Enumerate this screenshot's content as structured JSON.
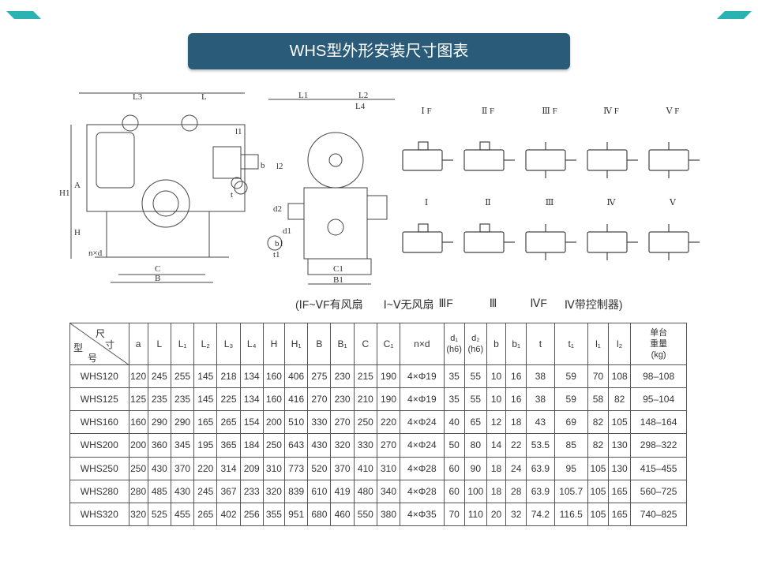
{
  "title": "WHS型外形安装尺寸图表",
  "drawing": {
    "dim_labels": [
      "L3",
      "L",
      "L1",
      "L2",
      "L4",
      "l1",
      "H1",
      "A",
      "H",
      "n×d",
      "C",
      "B",
      "b",
      "t",
      "l2",
      "d2",
      "t1",
      "d1",
      "b1",
      "C1",
      "B1"
    ],
    "mount_forms_fan": [
      "Ⅰ F",
      "Ⅱ F",
      "Ⅲ F",
      "Ⅳ F",
      "Ⅴ F"
    ],
    "mount_forms": [
      "Ⅰ",
      "Ⅱ",
      "Ⅲ",
      "Ⅳ",
      "Ⅴ"
    ]
  },
  "caption": {
    "part1": "(ⅠF~ⅤF有风扇",
    "part2": "Ⅰ~Ⅴ无风扇",
    "part3": "ⅢF",
    "part4": "Ⅲ",
    "part5": "ⅣF",
    "part6": "Ⅳ带控制器)"
  },
  "table": {
    "corner": {
      "dim1": "尺",
      "dim2": "寸",
      "model1": "型",
      "model2": "号"
    },
    "columns": [
      "a",
      "L",
      "L₁",
      "L₂",
      "L₃",
      "L₄",
      "H",
      "H₁",
      "B",
      "B₁",
      "C",
      "C₁",
      "n×d",
      "d₁",
      "d₂",
      "b",
      "b₁",
      "t",
      "t₁",
      "l₁",
      "l₂",
      "单台重量"
    ],
    "columns_sub": {
      "d1": "(h6)",
      "d2": "(h6)",
      "weight_line2": "重量",
      "weight_unit": "(kg)",
      "weight_line1": "单台"
    },
    "rows": [
      [
        "WHS120",
        "120",
        "245",
        "255",
        "145",
        "218",
        "134",
        "160",
        "406",
        "275",
        "230",
        "215",
        "190",
        "4×Φ19",
        "35",
        "55",
        "10",
        "16",
        "38",
        "59",
        "70",
        "108",
        "98–108"
      ],
      [
        "WHS125",
        "125",
        "235",
        "235",
        "145",
        "225",
        "134",
        "160",
        "416",
        "270",
        "230",
        "210",
        "190",
        "4×Φ19",
        "35",
        "55",
        "10",
        "16",
        "38",
        "59",
        "58",
        "82",
        "95–104"
      ],
      [
        "WHS160",
        "160",
        "290",
        "290",
        "165",
        "265",
        "154",
        "200",
        "510",
        "330",
        "270",
        "250",
        "220",
        "4×Φ24",
        "40",
        "65",
        "12",
        "18",
        "43",
        "69",
        "82",
        "105",
        "148–164"
      ],
      [
        "WHS200",
        "200",
        "360",
        "345",
        "195",
        "365",
        "184",
        "250",
        "643",
        "430",
        "320",
        "330",
        "270",
        "4×Φ24",
        "50",
        "80",
        "14",
        "22",
        "53.5",
        "85",
        "82",
        "130",
        "298–322"
      ],
      [
        "WHS250",
        "250",
        "430",
        "370",
        "220",
        "314",
        "209",
        "310",
        "773",
        "520",
        "370",
        "410",
        "310",
        "4×Φ28",
        "60",
        "90",
        "18",
        "24",
        "63.9",
        "95",
        "105",
        "130",
        "415–455"
      ],
      [
        "WHS280",
        "280",
        "485",
        "430",
        "245",
        "367",
        "233",
        "320",
        "839",
        "610",
        "419",
        "480",
        "340",
        "4×Φ28",
        "60",
        "100",
        "18",
        "28",
        "63.9",
        "105.7",
        "105",
        "165",
        "560–725"
      ],
      [
        "WHS320",
        "320",
        "525",
        "455",
        "265",
        "402",
        "256",
        "355",
        "951",
        "680",
        "460",
        "550",
        "380",
        "4×Φ35",
        "70",
        "110",
        "20",
        "32",
        "74.2",
        "116.5",
        "105",
        "165",
        "740–825"
      ]
    ]
  },
  "colors": {
    "title_bg": "#2a5b78",
    "corner_accent": "#2bb3b3"
  }
}
